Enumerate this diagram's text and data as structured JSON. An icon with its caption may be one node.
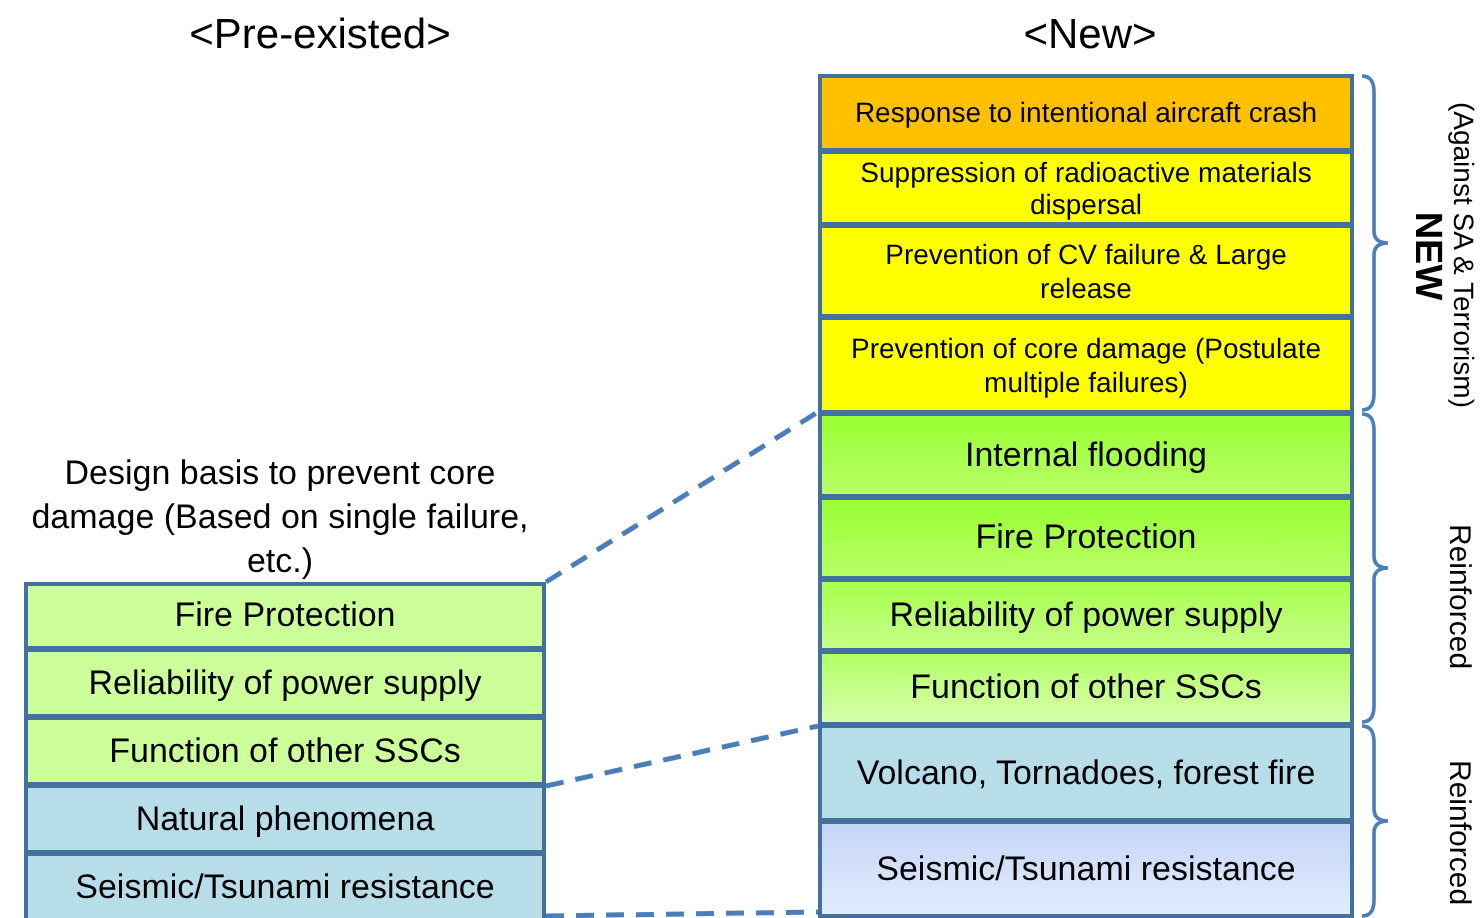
{
  "diagram": {
    "nodes": [
      {
        "text": [
          "Fire Protection"
        ]
      },
      {
        "text": [
          "Reliability of power supply"
        ]
      },
      {
        "text": [
          "Function of other SSCs"
        ]
      },
      {
        "text": [
          "Natural phenomena"
        ]
      },
      {
        "text": [
          "Seismic/Tsunami resistance"
        ]
      },
      {
        "text": [
          "Response to intentional aircraft crash"
        ]
      },
      {
        "text": [
          "Suppression of radioactive materials dispersal"
        ]
      },
      {
        "text": [
          "Prevention of CV failure & Large release"
        ]
      },
      {
        "text": [
          "Prevention of core damage (Postulate multiple failures)"
        ]
      },
      {
        "text": [
          "Internal flooding"
        ]
      },
      {
        "text": [
          "Fire Protection"
        ]
      },
      {
        "text": [
          "Reliability of power supply"
        ]
      },
      {
        "text": [
          "Function of other SSCs"
        ]
      },
      {
        "text": [
          "Volcano, Tornadoes, forest fire"
        ]
      },
      {
        "text": [
          "Seismic/Tsunami resistance"
        ]
      }
    ],
    "edges": [
      {
        "from": 0,
        "to": 9,
        "arrow": "none",
        "style": "dashed"
      },
      {
        "from": 2,
        "to": 12,
        "arrow": "none",
        "style": "dashed"
      },
      {
        "from": 4,
        "to": 14,
        "arrow": "none",
        "style": "dashed"
      }
    ],
    "labels": [
      "<Pre-existed>",
      "<New>",
      "Design basis to prevent core damage (Based on single failure, etc.)",
      "(Against SA & Terrorism)",
      "NEW",
      "Reinforced",
      "Reinforced"
    ]
  }
}
